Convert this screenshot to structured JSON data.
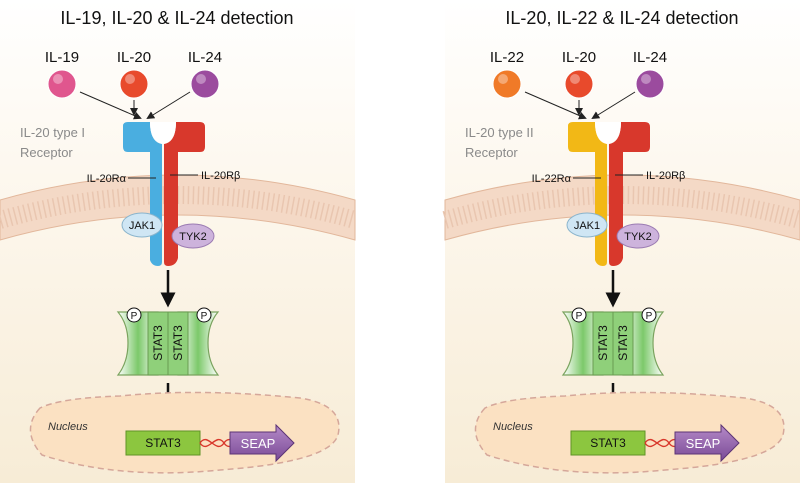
{
  "panels": [
    {
      "title": "IL-19, IL-20 & IL-24 detection",
      "ligands": [
        {
          "label": "IL-19",
          "color": "#e0568e"
        },
        {
          "label": "IL-20",
          "color": "#e84a2c"
        },
        {
          "label": "IL-24",
          "color": "#9b4b9e"
        }
      ],
      "receptor_name_line1": "IL-20 type I",
      "receptor_name_line2": "Receptor",
      "alpha_chain": {
        "label": "IL-20Rα",
        "color": "#4aaee0"
      },
      "beta_chain": {
        "label": "IL-20Rβ",
        "color": "#d8382c"
      },
      "jak": "JAK1",
      "tyk": "TYK2",
      "phospho": "P",
      "stat_monomer": "STAT3",
      "nucleus_label": "Nucleus",
      "gene_box": "STAT3",
      "reporter": "SEAP"
    },
    {
      "title": "IL-20, IL-22 & IL-24 detection",
      "ligands": [
        {
          "label": "IL-22",
          "color": "#f07a28"
        },
        {
          "label": "IL-20",
          "color": "#e84a2c"
        },
        {
          "label": "IL-24",
          "color": "#9b4b9e"
        }
      ],
      "receptor_name_line1": "IL-20 type II",
      "receptor_name_line2": "Receptor",
      "alpha_chain": {
        "label": "IL-22Rα",
        "color": "#f2b816"
      },
      "beta_chain": {
        "label": "IL-20Rβ",
        "color": "#d8382c"
      },
      "jak": "JAK1",
      "tyk": "TYK2",
      "phospho": "P",
      "stat_monomer": "STAT3",
      "nucleus_label": "Nucleus",
      "gene_box": "STAT3",
      "reporter": "SEAP"
    }
  ]
}
